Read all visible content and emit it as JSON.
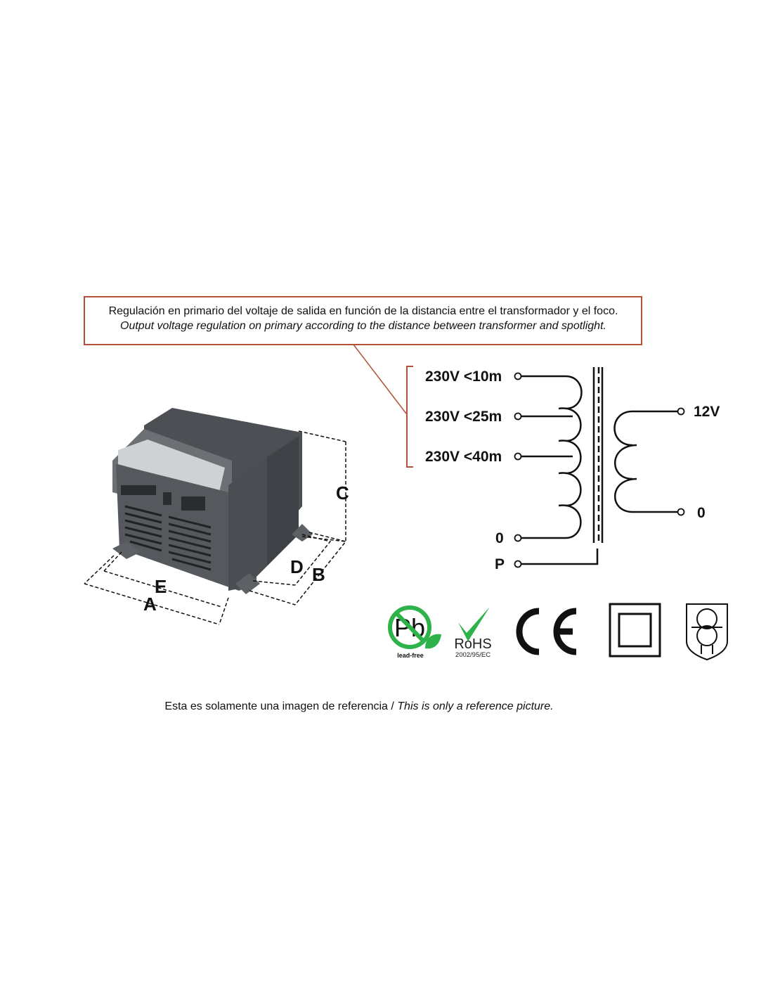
{
  "callout": {
    "line_es": "Regulación en primario del voltaje de salida en función de la distancia entre el transformador y el foco.",
    "line_en": "Output voltage regulation on primary according to the distance between transformer and spotlight.",
    "border_color": "#b0523a"
  },
  "schematic": {
    "taps": [
      "230V <10m",
      "230V <25m",
      "230V <40m"
    ],
    "primary_zero": "0",
    "protective": "P",
    "secondary_top": "12V",
    "secondary_bottom": "0"
  },
  "photo": {
    "dimensions": [
      "A",
      "B",
      "C",
      "D",
      "E"
    ]
  },
  "certifications": {
    "leadfree_symbol": "Pb",
    "leadfree_label": "lead-free",
    "rohs_label": "RoHS",
    "rohs_directive": "2002/95/EC",
    "ce_mark": "CE",
    "green": "#2db34a"
  },
  "caption": {
    "es": "Esta es solamente una imagen de referencia / ",
    "en": "This is only a reference picture."
  }
}
